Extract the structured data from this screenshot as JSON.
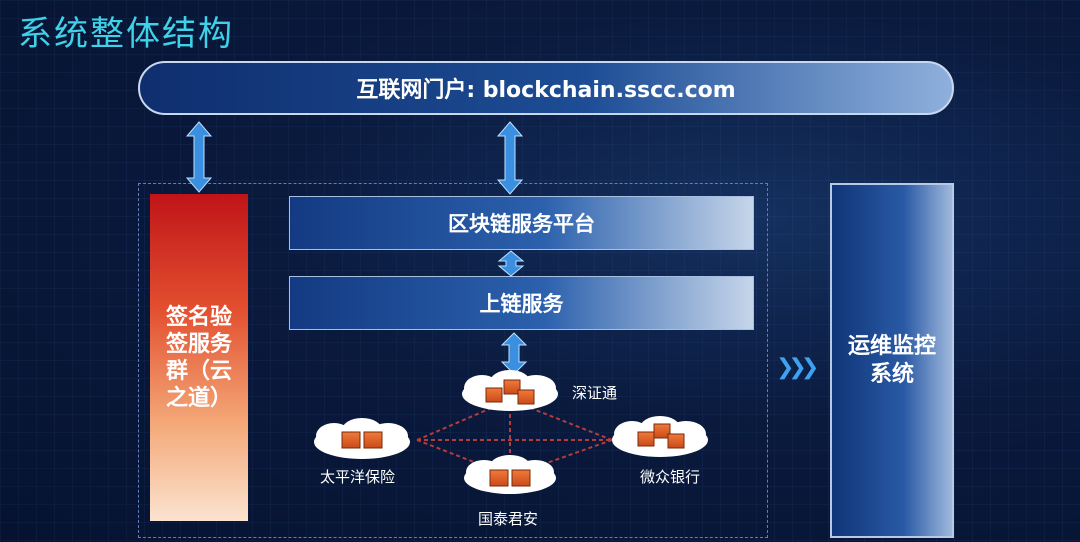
{
  "slide": {
    "title": "系统整体结构"
  },
  "portal": {
    "label": "互联网门户: blockchain.sscc.com"
  },
  "signature_service": {
    "label": "签名验签服务群（云之道）"
  },
  "blockchain_platform": {
    "label": "区块链服务平台"
  },
  "onchain_service": {
    "label": "上链服务"
  },
  "ops_monitoring": {
    "label": "运维监控系统"
  },
  "nodes": [
    {
      "label": "深证通"
    },
    {
      "label": "太平洋保险"
    },
    {
      "label": "微众银行"
    },
    {
      "label": "国泰君安"
    }
  ],
  "colors": {
    "title": "#3fd1e8",
    "arrow": "#3a8fe0",
    "cube": "#e8622a",
    "link": "#b43c3c"
  }
}
